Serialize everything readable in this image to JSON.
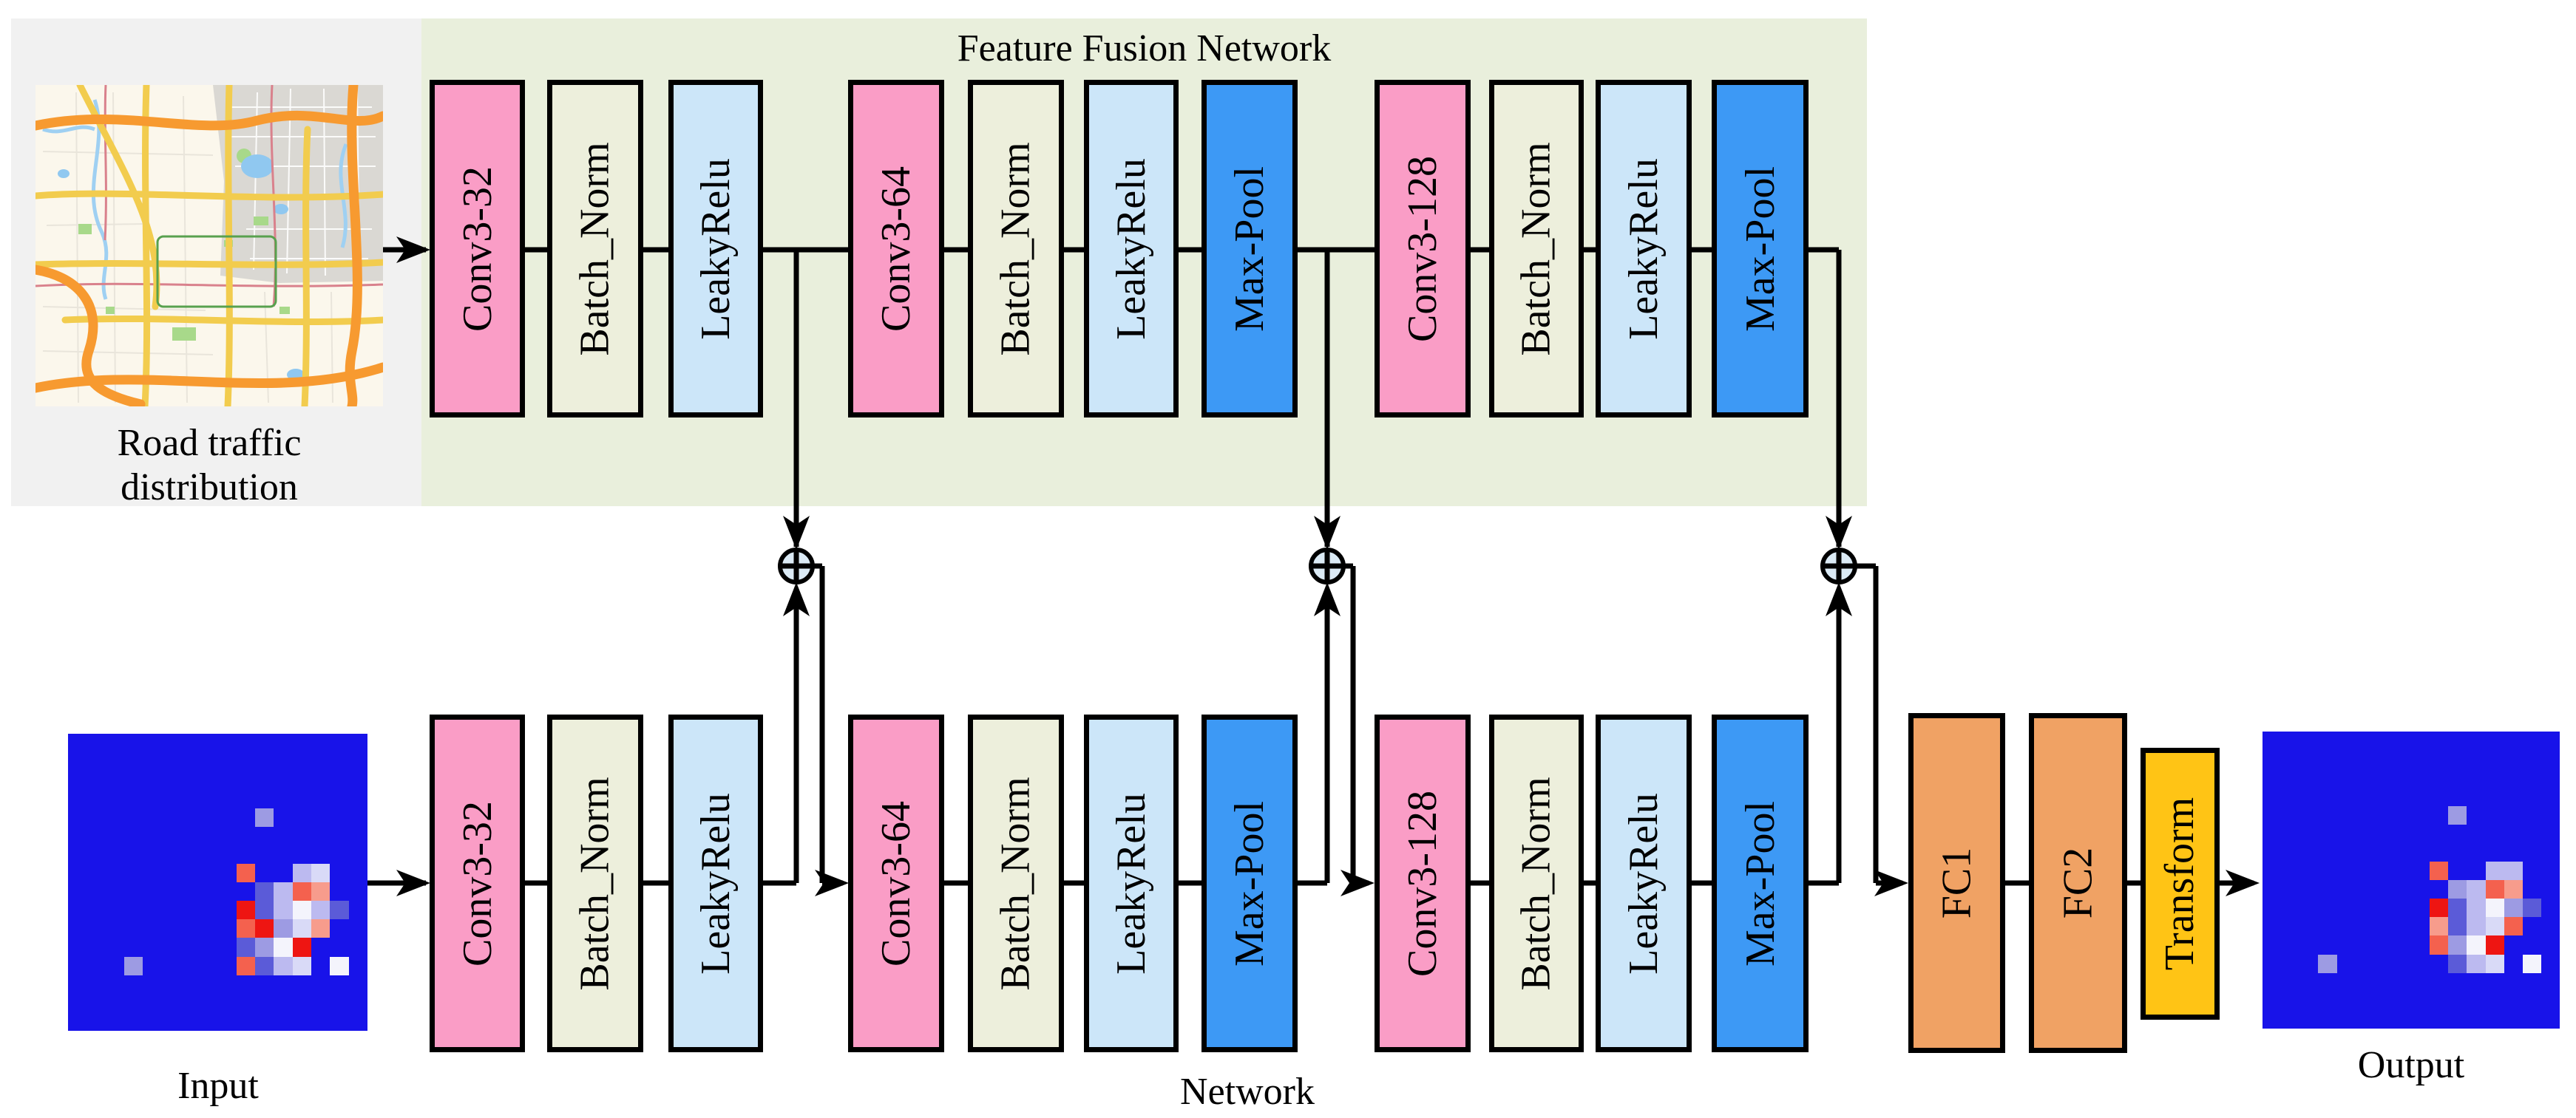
{
  "figure": {
    "title": "Feature Fusion Network",
    "input_label": "Input",
    "network_label": "Network",
    "output_label": "Output",
    "road_map_label_line1": "Road traffic",
    "road_map_label_line2": "distribution"
  },
  "colors": {
    "conv": "#FA9DC6",
    "batch_norm": "#EDEFDC",
    "leaky_relu": "#CCE6F9",
    "max_pool": "#3D99F5",
    "fc": "#F0A264",
    "transform": "#FFC415",
    "fusion_panel": "#E9EFDC",
    "input_panel": "#F1F1F1",
    "fusion_node_fill": "#DBEAF5",
    "line": "#000000",
    "heat_base": "#1813E9"
  },
  "network": {
    "top_row": {
      "layers": [
        {
          "label": "Conv3-32",
          "kind": "conv"
        },
        {
          "label": "Batch_Norm",
          "kind": "batch_norm"
        },
        {
          "label": "LeakyRelu",
          "kind": "leaky_relu"
        },
        {
          "label": "Conv3-64",
          "kind": "conv"
        },
        {
          "label": "Batch_Norm",
          "kind": "batch_norm"
        },
        {
          "label": "LeakyRelu",
          "kind": "leaky_relu"
        },
        {
          "label": "Max-Pool",
          "kind": "max_pool"
        },
        {
          "label": "Conv3-128",
          "kind": "conv"
        },
        {
          "label": "Batch_Norm",
          "kind": "batch_norm"
        },
        {
          "label": "LeakyRelu",
          "kind": "leaky_relu"
        },
        {
          "label": "Max-Pool",
          "kind": "max_pool"
        }
      ]
    },
    "bottom_row": {
      "layers": [
        {
          "label": "Conv3-32",
          "kind": "conv"
        },
        {
          "label": "Batch_Norm",
          "kind": "batch_norm"
        },
        {
          "label": "LeakyRelu",
          "kind": "leaky_relu"
        },
        {
          "label": "Conv3-64",
          "kind": "conv"
        },
        {
          "label": "Batch_Norm",
          "kind": "batch_norm"
        },
        {
          "label": "LeakyRelu",
          "kind": "leaky_relu"
        },
        {
          "label": "Max-Pool",
          "kind": "max_pool"
        },
        {
          "label": "Conv3-128",
          "kind": "conv"
        },
        {
          "label": "Batch_Norm",
          "kind": "batch_norm"
        },
        {
          "label": "LeakyRelu",
          "kind": "leaky_relu"
        },
        {
          "label": "Max-Pool",
          "kind": "max_pool"
        },
        {
          "label": "FC1",
          "kind": "fc"
        },
        {
          "label": "FC2",
          "kind": "fc"
        },
        {
          "label": "Transform",
          "kind": "transform"
        }
      ]
    },
    "fusion_nodes": [
      {
        "symbol": "⊕"
      },
      {
        "symbol": "⊕"
      },
      {
        "symbol": "⊕"
      }
    ]
  },
  "heatmap_palette": {
    ".": "#1813E9",
    "l": "#9D9BE3",
    "L": "#BCBAF0",
    "b": "#5B5BD8",
    "W": "#F4F4FC",
    "w": "#D9DAF7",
    "R": "#EE1512",
    "r": "#F4614E",
    "o": "#F79C8C"
  },
  "input_image": {
    "type": "heatmap",
    "grid": [
      "................",
      "................",
      "................",
      "................",
      "..........l.....",
      "................",
      "................",
      ".........r..Lw..",
      "..........bLro..",
      ".........RbLWLb.",
      ".........rRlwo..",
      ".........blWR...",
      "...l.....rbLw.W.",
      "................",
      "................",
      "................"
    ]
  },
  "output_image": {
    "type": "heatmap",
    "grid": [
      "................",
      "................",
      "................",
      "................",
      "..........l.....",
      "................",
      "................",
      ".........r..LL..",
      "..........lLro..",
      ".........RbLWlb.",
      ".........obLwr..",
      ".........rlWR...",
      "...l......bLw.W.",
      "................",
      "................",
      "................"
    ]
  }
}
